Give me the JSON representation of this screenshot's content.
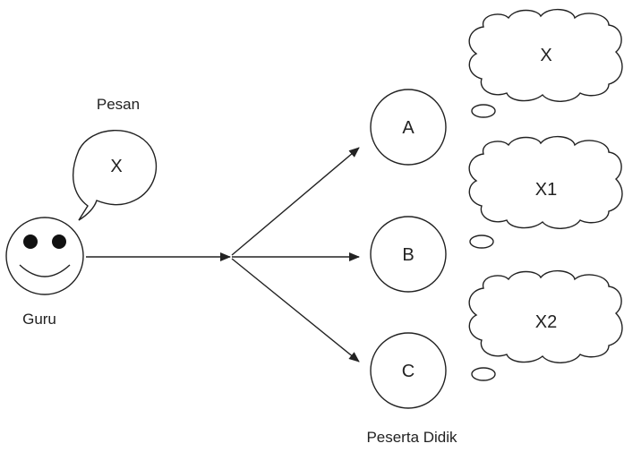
{
  "guru": {
    "label": "Guru"
  },
  "message": {
    "caption": "Pesan",
    "content": "X"
  },
  "students": {
    "caption": "Peserta Didik",
    "items": [
      {
        "name": "A",
        "interpretation": "X"
      },
      {
        "name": "B",
        "interpretation": "X1"
      },
      {
        "name": "C",
        "interpretation": "X2"
      }
    ]
  }
}
